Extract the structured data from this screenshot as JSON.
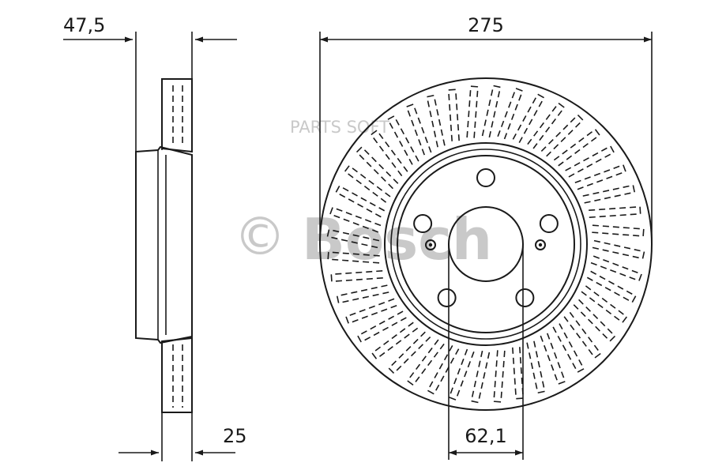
{
  "dimensions": {
    "offset": "47,5",
    "outer_diameter": "275",
    "thickness": "25",
    "center_bore": "62,1"
  },
  "watermarks": {
    "parts_soft": "PARTS SOFT",
    "copyright_symbol": "©",
    "brand": "Bosch"
  },
  "colors": {
    "line": "#1a1a1a",
    "watermark": "#c9c9c9"
  }
}
